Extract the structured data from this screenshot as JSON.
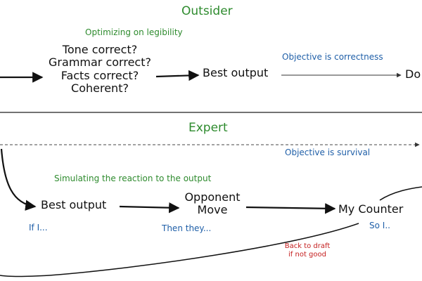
{
  "outsider": {
    "title": "Outsider",
    "optimizing_label": "Optimizing on legibility",
    "checks": [
      "Tone correct?",
      "Grammar correct?",
      "Facts correct?",
      "Coherent?"
    ],
    "best_output": "Best output",
    "objective": "Objective is correctness",
    "done_partial": "Do"
  },
  "expert": {
    "title": "Expert",
    "objective": "Objective is survival",
    "simulating_label": "Simulating the reaction to the output",
    "best_output": "Best output",
    "opponent_move_line1": "Opponent",
    "opponent_move_line2": "Move",
    "my_counter": "My Counter",
    "if_i": "If I...",
    "then_they": "Then they...",
    "so_i": "So I..",
    "back_to_draft_line1": "Back to draft",
    "back_to_draft_line2": "if not good"
  },
  "colors": {
    "header_green": "#2e8b2e",
    "note_blue": "#1f5fa8",
    "note_red": "#c41e1e",
    "ink": "#111111"
  }
}
